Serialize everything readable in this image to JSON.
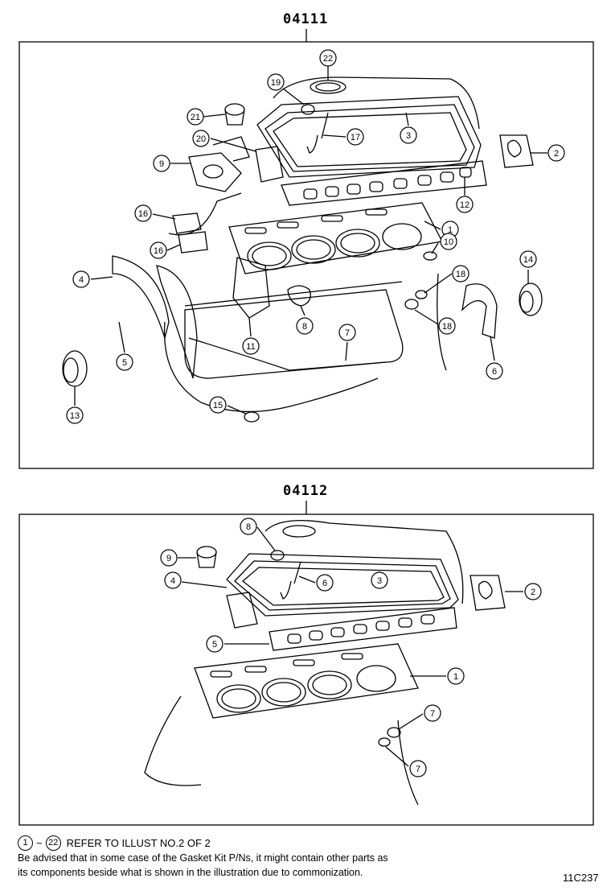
{
  "panels": {
    "top": {
      "title": "04111",
      "callouts": [
        "22",
        "19",
        "21",
        "20",
        "17",
        "3",
        "2",
        "9",
        "12",
        "16",
        "1",
        "16",
        "10",
        "18",
        "14",
        "4",
        "8",
        "18",
        "11",
        "7",
        "5",
        "6",
        "13",
        "15"
      ]
    },
    "bottom": {
      "title": "04112",
      "callouts": [
        "8",
        "9",
        "4",
        "6",
        "3",
        "2",
        "5",
        "1",
        "7",
        "7"
      ]
    }
  },
  "footer": {
    "ref_start": "1",
    "ref_end": "22",
    "ref_separator": "~",
    "ref_text": "REFER TO ILLUST NO.2 OF 2",
    "note_line1": "Be advised that in some case of the Gasket Kit P/Ns,  it might contain other parts as",
    "note_line2": "its components beside what is shown in the illustration due to commonization.",
    "illustration_code": "11C237"
  }
}
